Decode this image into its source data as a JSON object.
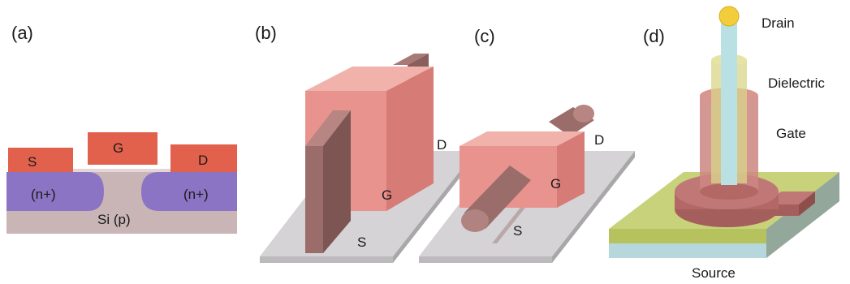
{
  "panels": {
    "a": {
      "label": "(a)",
      "source": "S",
      "gate": "G",
      "drain": "D",
      "left_well": "(n+)",
      "right_well": "(n+)",
      "substrate": "Si (p)"
    },
    "b": {
      "label": "(b)",
      "drain": "D",
      "gate": "G",
      "source": "S"
    },
    "c": {
      "label": "(c)",
      "drain": "D",
      "gate": "G",
      "source": "S"
    },
    "d": {
      "label": "(d)",
      "drain": "Drain",
      "dielectric": "Dielectric",
      "gate": "Gate",
      "source": "Source"
    }
  },
  "colors": {
    "gate_red": "#e2614c",
    "nplus_purple": "#8c74c4",
    "substrate": "#c9b5b6",
    "gate_pink": "#e8938e",
    "channel_brown": "#9a6c6a",
    "base_gray": "#d5d3d5",
    "base_green": "#c8d27a",
    "base_blue": "#b6d8dc",
    "drain_yellow": "#f2cd3c"
  }
}
